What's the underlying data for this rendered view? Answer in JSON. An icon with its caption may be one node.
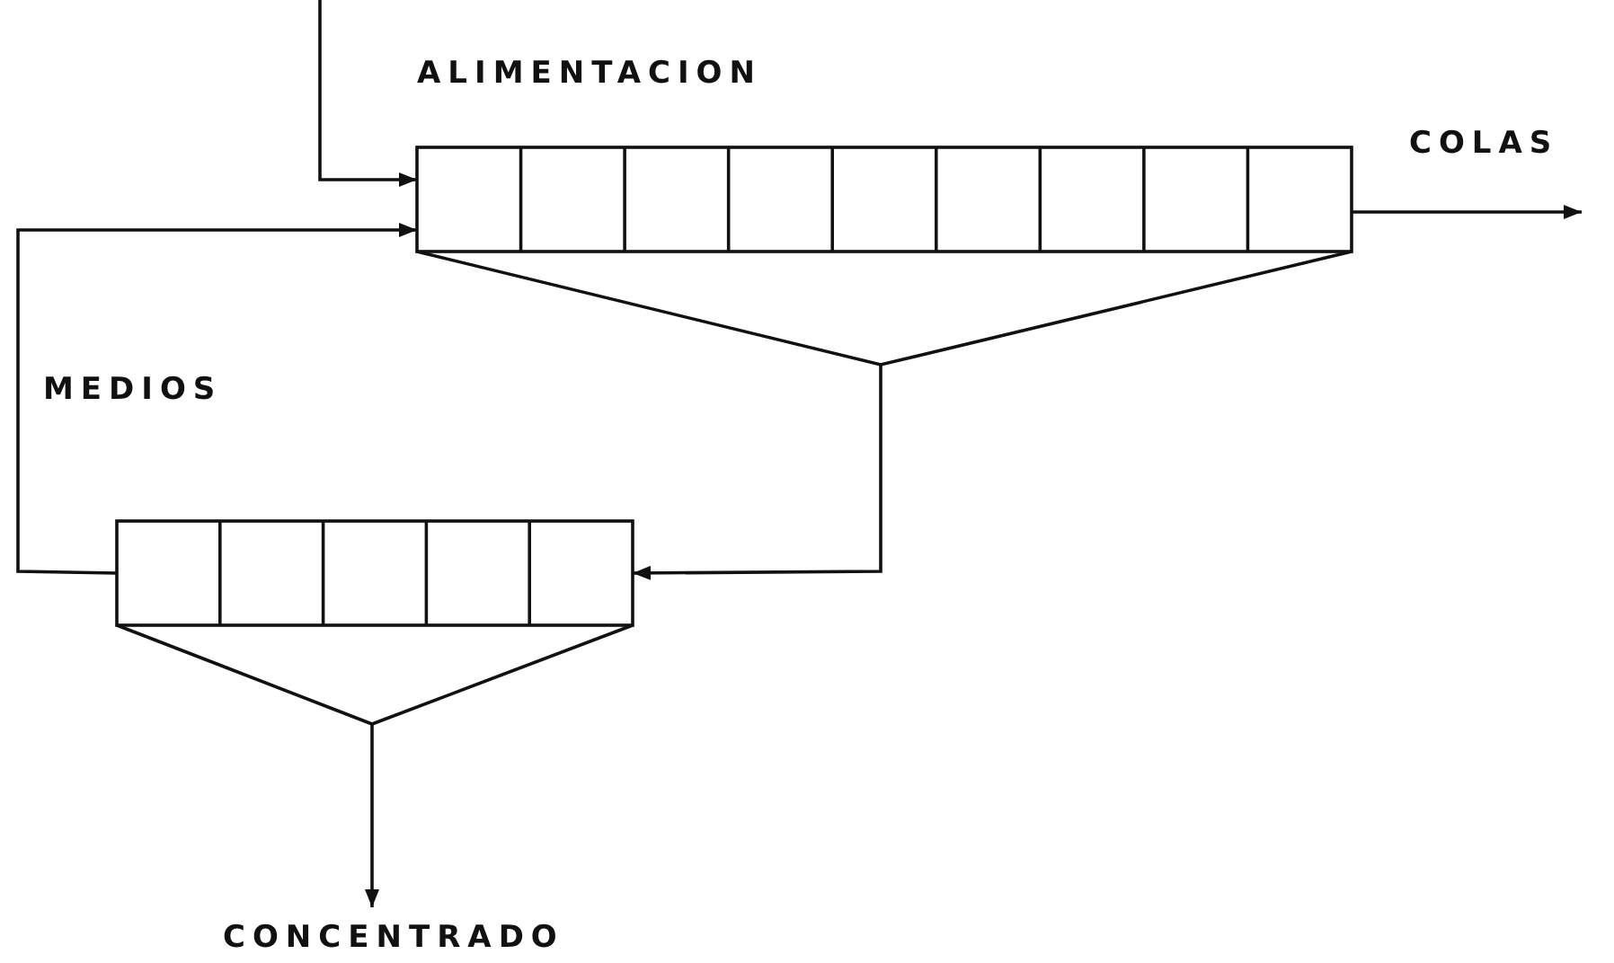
{
  "diagram": {
    "nodes": [
      {
        "text": [],
        "shape": "box"
      },
      {
        "text": [],
        "shape": "box"
      }
    ],
    "edges": [
      {
        "from": null,
        "to": 0,
        "arrow": "to",
        "label": "ALIMENTACION"
      },
      {
        "from": 0,
        "to": null,
        "arrow": "to",
        "label": "COLAS"
      },
      {
        "from": 0,
        "to": 1,
        "arrow": "to"
      },
      {
        "from": 1,
        "to": 0,
        "arrow": "to",
        "label": "MEDIOS"
      },
      {
        "from": 1,
        "to": null,
        "arrow": "to",
        "label": "CONCENTRADO"
      }
    ]
  }
}
